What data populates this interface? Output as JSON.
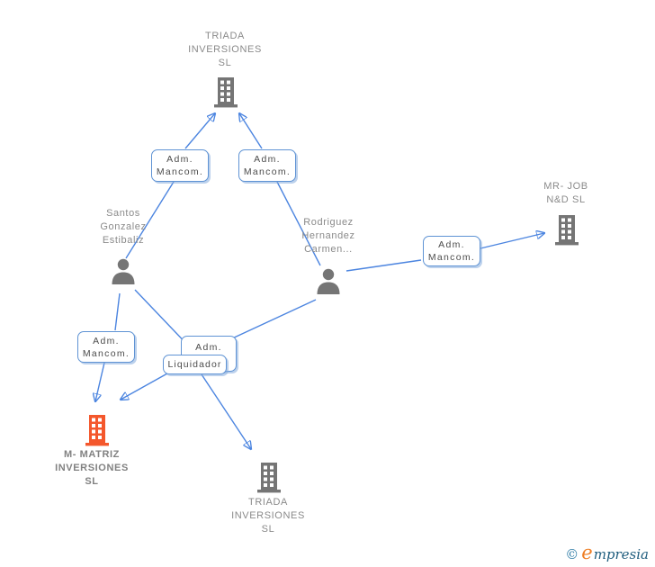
{
  "colors": {
    "edge_blue": "#4c85e0",
    "box_border_blue": "#5f93d4",
    "icon_gray": "#757575",
    "highlight_orange": "#f4572c",
    "label_gray": "#8a8a8a",
    "box_text": "#4c4c4c"
  },
  "nodes": {
    "triada_top": {
      "type": "company",
      "name_lines": [
        "TRIADA",
        "INVERSIONES",
        "SL"
      ]
    },
    "santos": {
      "type": "person",
      "name_lines": [
        "Santos",
        "Gonzalez",
        "Estibaliz"
      ]
    },
    "rodriguez": {
      "type": "person",
      "name_lines": [
        "Rodriguez",
        "Hernandez",
        "Carmen..."
      ]
    },
    "mr_job": {
      "type": "company",
      "name_lines": [
        "MR- JOB",
        "N&D  SL"
      ]
    },
    "matriz": {
      "type": "company-highlighted",
      "name_lines": [
        "M- MATRIZ",
        "INVERSIONES",
        "SL"
      ]
    },
    "triada_bottom": {
      "type": "company",
      "name_lines": [
        "TRIADA",
        "INVERSIONES",
        "SL"
      ]
    }
  },
  "relations": {
    "mancom_top_left": {
      "label_lines": [
        "Adm.",
        "Mancom."
      ]
    },
    "mancom_top_right": {
      "label_lines": [
        "Adm.",
        "Mancom."
      ]
    },
    "mancom_right": {
      "label_lines": [
        "Adm.",
        "Mancom."
      ]
    },
    "mancom_left": {
      "label_lines": [
        "Adm.",
        "Mancom."
      ]
    },
    "adm_partial": {
      "label_lines": [
        "Adm."
      ]
    },
    "liquidador": {
      "label_lines": [
        "Liquidador"
      ]
    }
  },
  "watermark": {
    "copyright_symbol": "©",
    "brand_initial": "e",
    "brand_rest": "mpresia"
  }
}
